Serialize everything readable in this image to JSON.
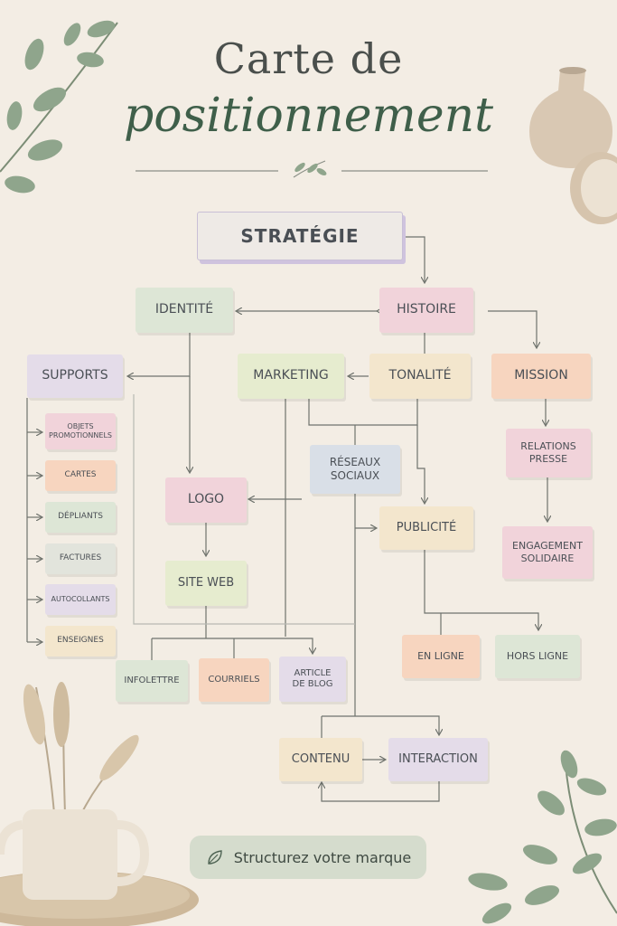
{
  "header": {
    "title_line1": "Carte de",
    "title_line2": "positionnement"
  },
  "nodes": {
    "strategie": "STRATÉGIE",
    "identite": "IDENTITÉ",
    "histoire": "HISTOIRE",
    "supports": "SUPPORTS",
    "marketing": "MARKETING",
    "tonalite": "TONALITÉ",
    "mission": "MISSION",
    "objets": "OBJETS PROMOTIONNELS",
    "cartes": "CARTES",
    "depliants": "DÉPLIANTS",
    "factures": "FACTURES",
    "autocollants": "AUTOCOLLANTS",
    "enseignes": "ENSEIGNES",
    "reseaux": "RÉSEAUX SOCIAUX",
    "relations": "RELATIONS PRESSE",
    "logo": "LOGO",
    "publicite": "PUBLICITÉ",
    "site": "SITE WEB",
    "engagement": "ENGAGEMENT SOLIDAIRE",
    "en_ligne": "EN LIGNE",
    "hors_ligne": "HORS LIGNE",
    "infolettre": "INFOLETTRE",
    "courriels": "COURRIELS",
    "article": "ARTICLE DE BLOG",
    "contenu": "CONTENU",
    "interaction": "INTERACTION"
  },
  "footer": {
    "button_label": "Structurez votre marque",
    "icon": "leaf-icon"
  },
  "colors": {
    "background": "#f3ede4",
    "title": "#4a4f4c",
    "script_title": "#3f5f4a",
    "line": "#6f736d",
    "lavender": "#e4dce9",
    "pink": "#f1d3da",
    "peach": "#f7d5bf",
    "sage": "#dde6d6",
    "cream": "#f3e6cd",
    "blue": "#d9dfe7",
    "lime": "#e6eccf"
  }
}
